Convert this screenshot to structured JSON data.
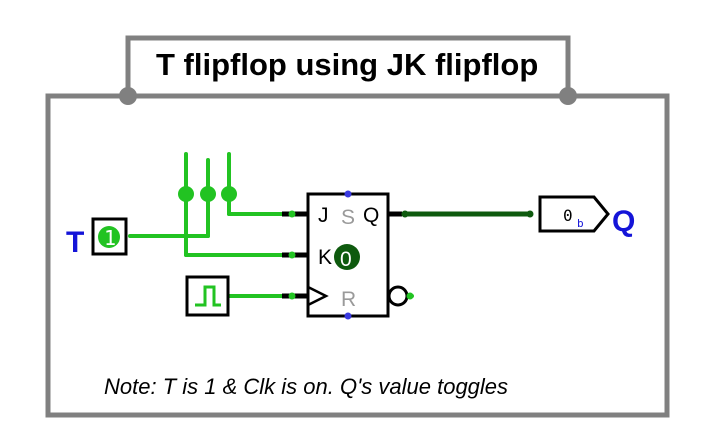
{
  "title": "T flipflop using JK flipflop",
  "note": "Note: T is 1 & Clk is on. Q's value toggles",
  "input": {
    "label": "T",
    "value": "1"
  },
  "output": {
    "label": "Q",
    "value": "0",
    "suffix": "b"
  },
  "flipflop": {
    "pin_j": "J",
    "pin_k": "K",
    "pin_s": "S",
    "pin_r": "R",
    "pin_q": "Q",
    "state": "0"
  },
  "colors": {
    "wire_on": "#22c322",
    "wire_dark": "#0e5a0e",
    "frame": "#808080",
    "io_label": "#1414d8",
    "pin_dot": "#3a3ae0"
  },
  "icons": {
    "clock": "square-wave-icon"
  }
}
